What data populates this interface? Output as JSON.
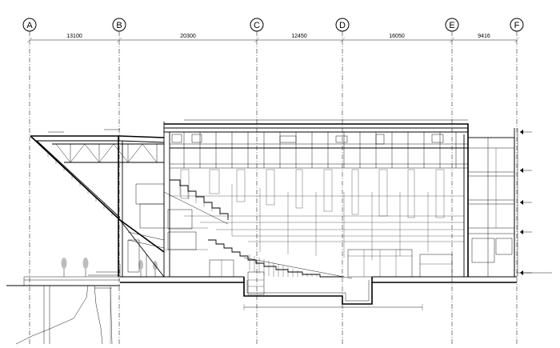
{
  "axes": [
    {
      "id": "A",
      "label": "A"
    },
    {
      "id": "B",
      "label": "B"
    },
    {
      "id": "C",
      "label": "C"
    },
    {
      "id": "D",
      "label": "D"
    },
    {
      "id": "E",
      "label": "E"
    },
    {
      "id": "F",
      "label": "F"
    }
  ],
  "dimensions": [
    {
      "span": "A-B",
      "value": "13100"
    },
    {
      "span": "B-C",
      "value": "20300"
    },
    {
      "span": "C-D",
      "value": "12450"
    },
    {
      "span": "D-E",
      "value": "16050"
    },
    {
      "span": "E-F",
      "value": "9416"
    }
  ],
  "colors": {
    "line": "#000000",
    "background": "#ffffff",
    "tree": "#bdbdbd"
  }
}
